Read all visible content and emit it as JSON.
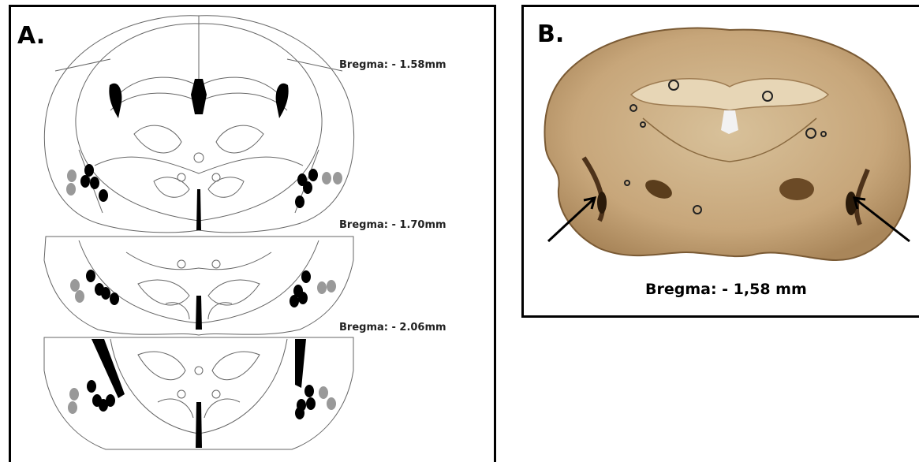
{
  "panel_a": {
    "label": "A.",
    "sections": [
      {
        "bregma": "Bregma: - 1.58mm"
      },
      {
        "bregma": "Bregma: - 1.70mm"
      },
      {
        "bregma": "Bregma: - 2.06mm"
      }
    ]
  },
  "panel_b": {
    "label": "B.",
    "bregma": "Bregma: - 1,58 mm"
  },
  "colors": {
    "outline": "#555555",
    "dot_black": "#000000",
    "dot_gray": "#999999",
    "tissue": "#c9ae85",
    "tissue_dark": "#5a3d1c"
  }
}
